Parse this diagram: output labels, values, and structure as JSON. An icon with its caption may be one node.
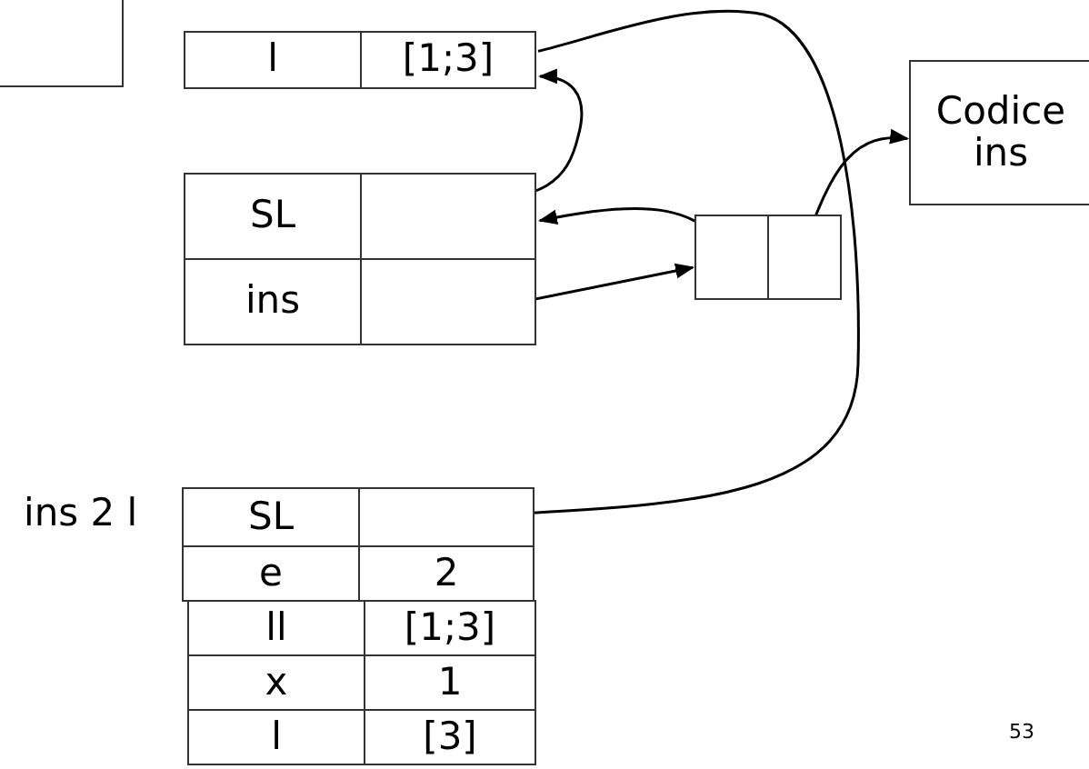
{
  "diagram": {
    "nodes": [
      {
        "text": [],
        "shape": "box"
      },
      {
        "text": [
          "l"
        ]
      },
      {
        "text": [
          "[1;3]"
        ]
      },
      {
        "text": [
          "SL"
        ]
      },
      {
        "text": [],
        "shape": "box"
      },
      {
        "text": [
          "ins"
        ]
      },
      {
        "text": [],
        "shape": "box"
      },
      {
        "text": [],
        "shape": "box"
      },
      {
        "text": [],
        "shape": "box"
      },
      {
        "text": [
          "Codice ins"
        ]
      },
      {
        "text": [
          "SL"
        ]
      },
      {
        "text": [],
        "shape": "box"
      },
      {
        "text": [
          "e"
        ]
      },
      {
        "text": [
          "2"
        ]
      },
      {
        "text": [
          "ll"
        ]
      },
      {
        "text": [
          "[1;3]"
        ]
      },
      {
        "text": [
          "x"
        ]
      },
      {
        "text": [
          "1"
        ]
      },
      {
        "text": [
          "l"
        ]
      },
      {
        "text": [
          "[3]"
        ]
      }
    ],
    "edges": [
      {
        "from": 4,
        "to": 2,
        "arrow": "to"
      },
      {
        "from": 7,
        "to": 4,
        "arrow": "to"
      },
      {
        "from": 6,
        "to": 7,
        "arrow": "to"
      },
      {
        "from": 8,
        "to": 9,
        "arrow": "to"
      },
      {
        "from": 11,
        "to": 2,
        "arrow": "none"
      }
    ],
    "labels": [
      "ins 2 l",
      "53"
    ]
  }
}
